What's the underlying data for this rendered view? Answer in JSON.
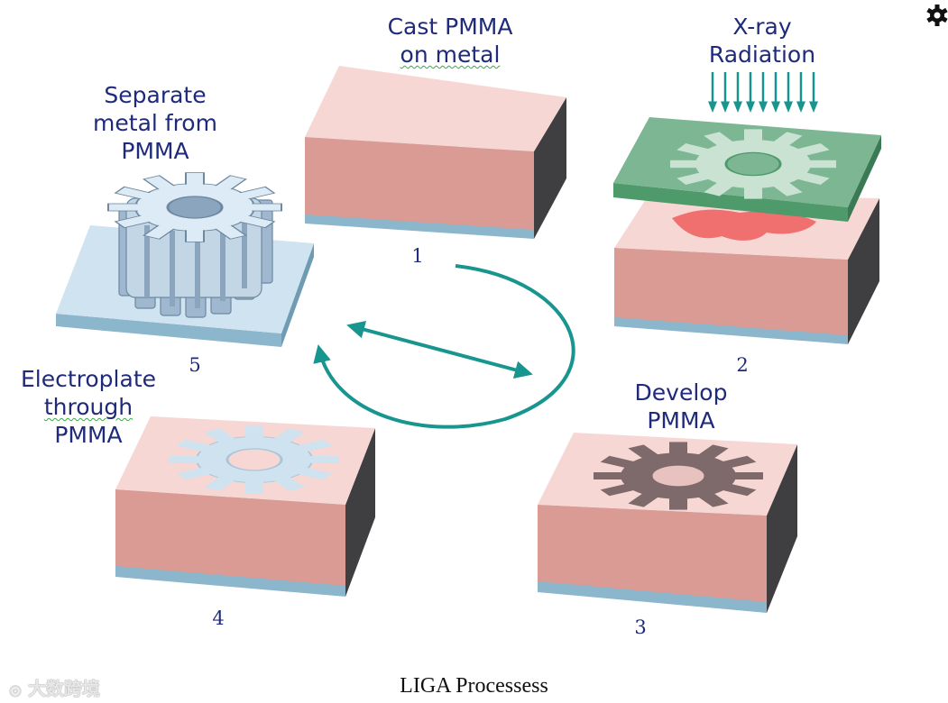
{
  "steps": [
    {
      "number": "1",
      "label_lines": [
        "Cast PMMA",
        "on metal"
      ]
    },
    {
      "number": "2",
      "label_lines": [
        "X-ray",
        "Radiation"
      ]
    },
    {
      "number": "3",
      "label_lines": [
        "Develop",
        "PMMA"
      ]
    },
    {
      "number": "4",
      "label_lines": [
        "Electroplate",
        "through",
        "PMMA"
      ]
    },
    {
      "number": "5",
      "label_lines": [
        "Separate",
        "metal from",
        "PMMA"
      ]
    }
  ],
  "caption": "LIGA Processess",
  "watermark": "大数跨境",
  "colors": {
    "pmma_top": "#f7d7d3",
    "pmma_front": "#d99b94",
    "pmma_side": "#3f3f42",
    "metal_base": "#8cb6cc",
    "mask_green": "#76b38f",
    "exposed_red": "#f07070",
    "gear_blue": "#bcd6e8",
    "arrow_teal": "#19958f",
    "label_blue": "#1f2a7a"
  }
}
